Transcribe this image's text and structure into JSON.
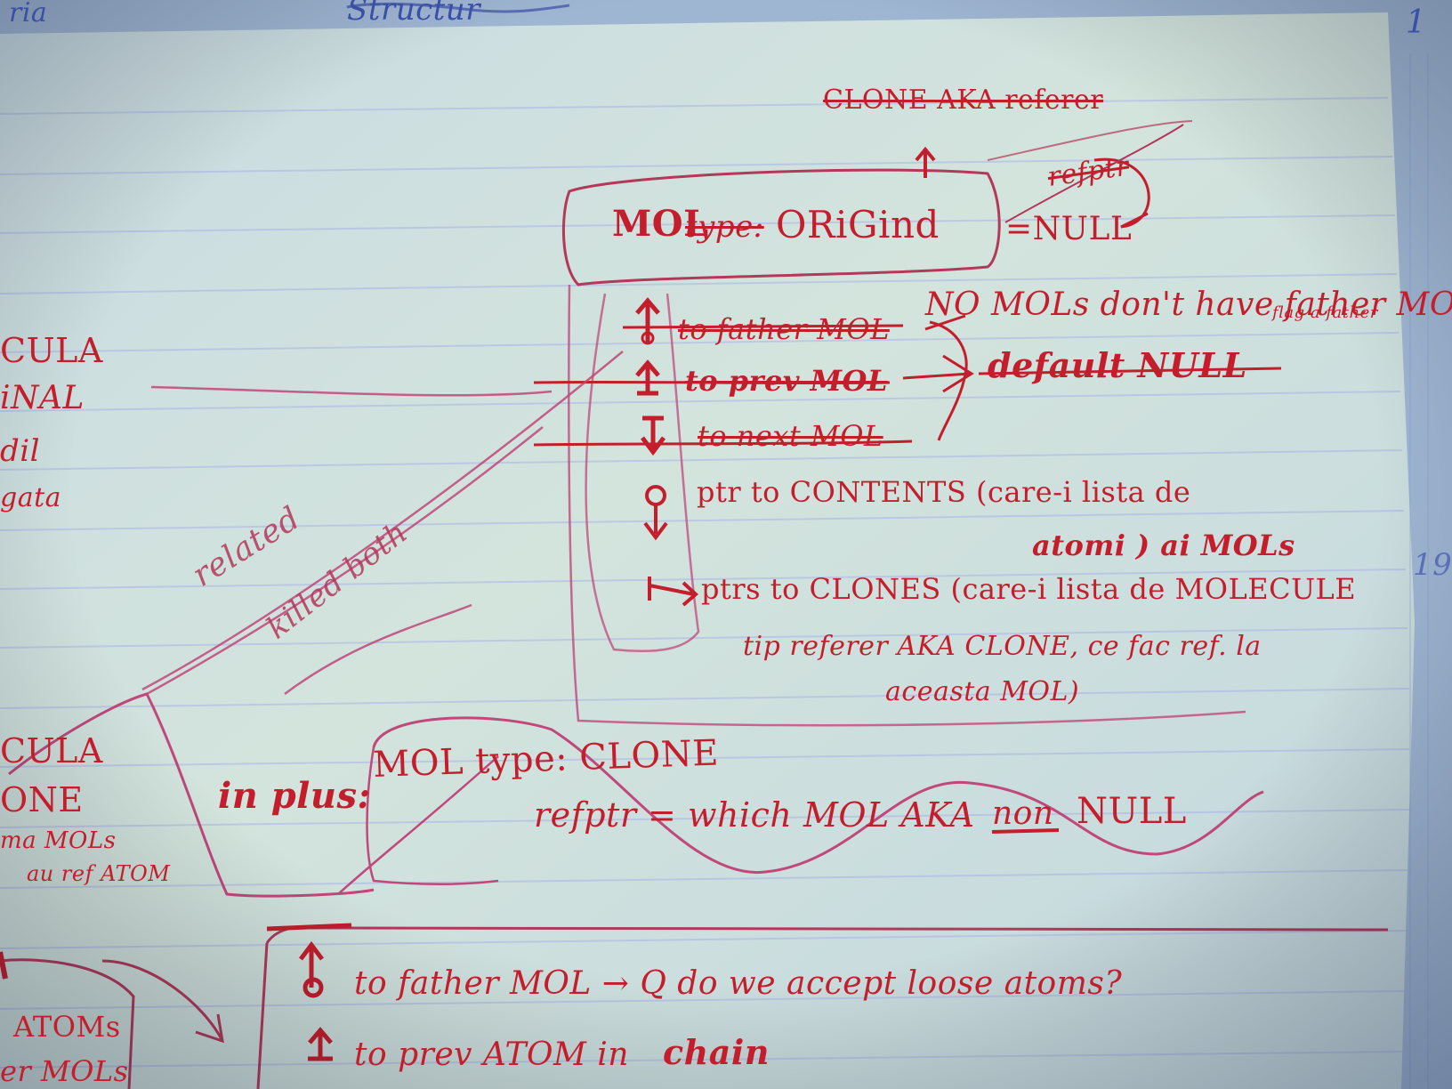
{
  "header_line": {
    "left": "ria",
    "mid": "Structur",
    "page_no": "1"
  },
  "left_margin": {
    "block1": [
      "CULA",
      "iNAL",
      "dil",
      "gata"
    ],
    "block2": [
      "CULA",
      "ONE",
      "ma MOLs",
      "au ref ATOM"
    ],
    "block3": [
      "ATOMs",
      "er MOLs"
    ]
  },
  "top_note": "CLONE AKA referer",
  "orig_box": {
    "label_mol": "MOL",
    "label_type": "type:",
    "label_orig": "ORiGind",
    "refptr": "refptr",
    "eq_null": "=NULL"
  },
  "fields": {
    "father": "to father MOL",
    "prev": "to prev MOL",
    "next": "to next MOL",
    "contents_1": "ptr to CONTENTS (care-i lista de",
    "contents_2": "atomi ) ai MOLs",
    "clones_1": "ptrs to CLONES (care-i lista de MOLECULE",
    "clones_2": "tip referer AKA CLONE, ce fac ref. la",
    "clones_3": "aceasta MOL)"
  },
  "side_notes": {
    "no_mols": "NO  MOLs don't have father MOLs",
    "flag": "flag a father",
    "default_null": "default NULL",
    "related": "related",
    "killed_both": "killed both"
  },
  "clone_box": {
    "in_plus": "in plus:",
    "mol_type_clone": "MOL type: CLONE",
    "refptr_line_a": "refptr = which MOL AKA",
    "refptr_line_non": "non",
    "refptr_line_null": "NULL"
  },
  "bottom_box": {
    "father_line": "to father MOL → Q do we accept loose atoms?",
    "prev_line_a": "to prev ATOM in",
    "prev_line_b": "chain"
  },
  "right_margin_no": "19",
  "colors": {
    "ink": "#c41e2c",
    "ink_faint": "#b3385a",
    "paper": "#cfe0dc",
    "paper_edge": "#a9c1d3",
    "rule_line": "#a0aee6"
  }
}
